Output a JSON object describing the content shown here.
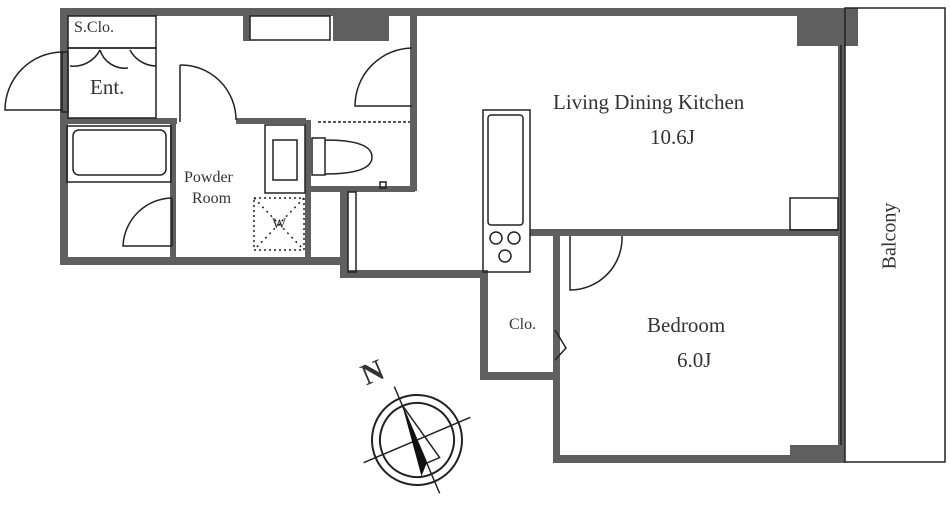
{
  "rooms": {
    "storage_closet": "S.Clo.",
    "entrance": "Ent.",
    "powder_room_line1": "Powder",
    "powder_room_line2": "Room",
    "washer": "W",
    "ldk_name": "Living Dining Kitchen",
    "ldk_size": "10.6J",
    "closet": "Clo.",
    "bedroom_name": "Bedroom",
    "bedroom_size": "6.0J",
    "balcony": "Balcony"
  },
  "compass": {
    "label": "N"
  },
  "colors": {
    "wall": "#5f5f5f",
    "line": "#222222"
  }
}
